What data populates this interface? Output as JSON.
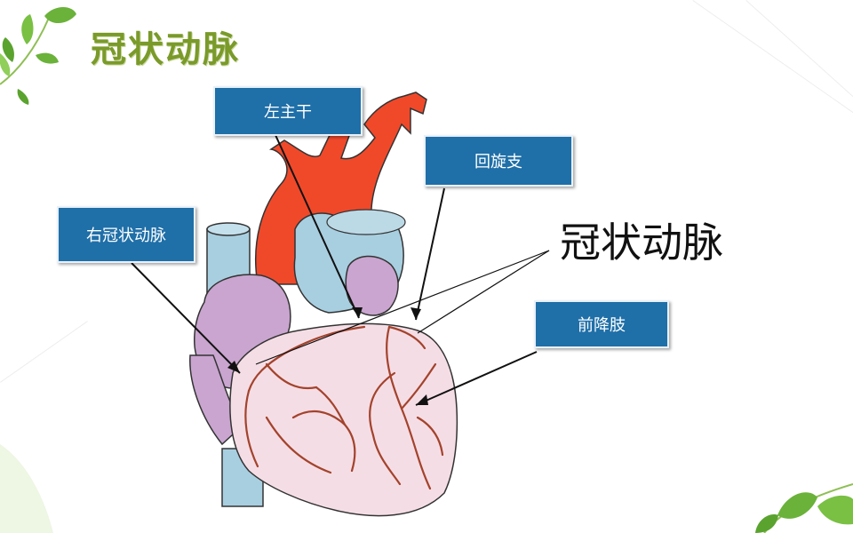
{
  "slide_title": "冠状动脉",
  "callout_label": "冠状动脉",
  "labels": {
    "left_main": "左主干",
    "circumflex": "回旋支",
    "right_coronary": "右冠状动脉",
    "anterior_descending": "前降肢"
  },
  "colors": {
    "title": "#7a9a2a",
    "label_box": "#1f6fa8",
    "aorta": "#f0492a",
    "heart_ventricle": "#f5dde6",
    "heart_atrium": "#c9a5cf",
    "vessel_blue": "#a8cfe0",
    "coronary_vessel": "#a3432b",
    "leaf": "#6ab23a"
  },
  "icons": [
    "leaf-decoration-top-left",
    "leaf-decoration-bottom-right"
  ]
}
